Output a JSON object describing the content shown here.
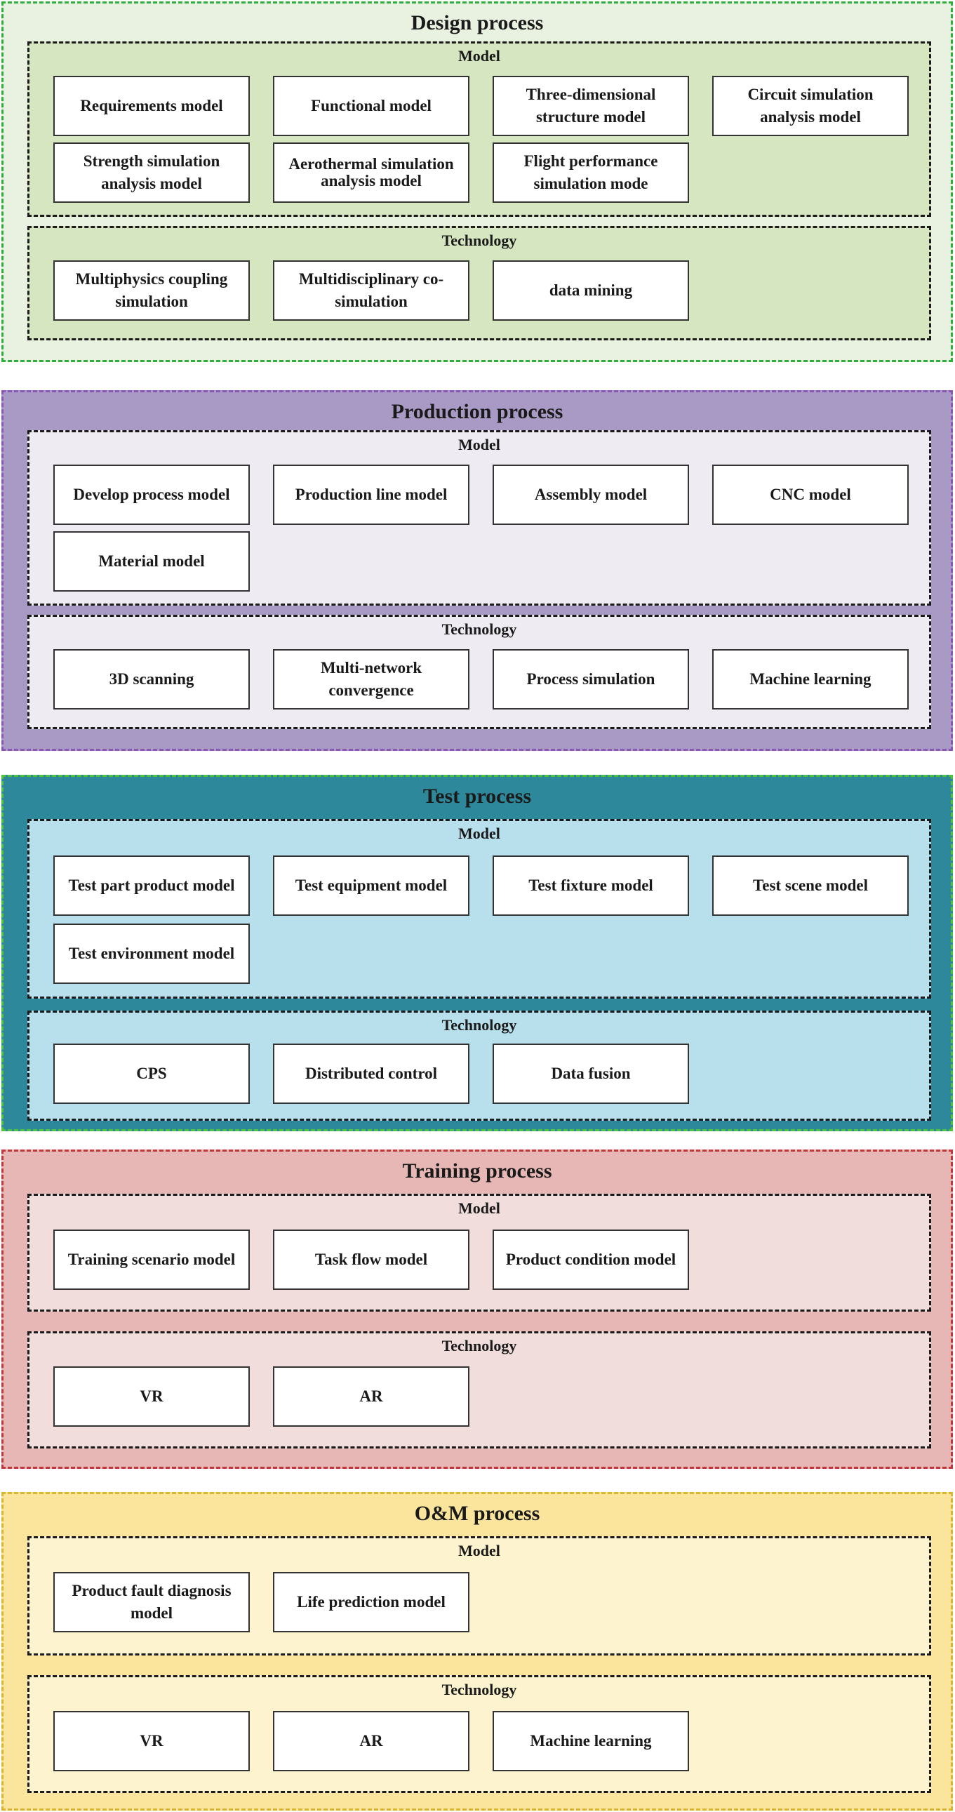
{
  "colors": {
    "design": {
      "fill": "#e9f1e0",
      "border": "#2fae3c",
      "inner": "#d6e6c0"
    },
    "production": {
      "fill": "#a99ac5",
      "border": "#8a57b4",
      "inner": "#eeebf2"
    },
    "test": {
      "fill": "#2d889c",
      "border": "#4fc23e",
      "inner": "#b8dfec"
    },
    "training": {
      "fill": "#e6b7b4",
      "border": "#c0363a",
      "inner": "#f2dddd"
    },
    "om": {
      "fill": "#fbe59c",
      "border": "#d8b62e",
      "inner": "#fdf3cf"
    }
  },
  "processes": [
    {
      "title": "Design process",
      "model_label": "Model",
      "models": [
        "Requirements model",
        "Functional model",
        "Three-dimensional structure model",
        "Circuit simulation analysis model",
        "Strength simulation analysis model",
        "Aerothermal simulation analysis model",
        "Flight performance simulation mode"
      ],
      "tech_label": "Technology",
      "technologies": [
        "Multiphysics coupling simulation",
        "Multidisciplinary co-simulation",
        "data mining"
      ]
    },
    {
      "title": "Production process",
      "model_label": "Model",
      "models": [
        "Develop process model",
        "Production line model",
        "Assembly model",
        "CNC model",
        "Material model"
      ],
      "tech_label": "Technology",
      "technologies": [
        "3D scanning",
        "Multi-network convergence",
        "Process simulation",
        "Machine learning"
      ]
    },
    {
      "title": "Test process",
      "model_label": "Model",
      "models": [
        "Test part product model",
        "Test equipment model",
        "Test fixture model",
        "Test scene model",
        "Test environment model"
      ],
      "tech_label": "Technology",
      "technologies": [
        "CPS",
        "Distributed control",
        "Data fusion"
      ]
    },
    {
      "title": "Training process",
      "model_label": "Model",
      "models": [
        "Training scenario model",
        "Task flow model",
        "Product condition model"
      ],
      "tech_label": "Technology",
      "technologies": [
        "VR",
        "AR"
      ]
    },
    {
      "title": "O&M process",
      "model_label": "Model",
      "models": [
        "Product fault diagnosis model",
        "Life prediction model"
      ],
      "tech_label": "Technology",
      "technologies": [
        "VR",
        "AR",
        "Machine learning"
      ]
    }
  ]
}
